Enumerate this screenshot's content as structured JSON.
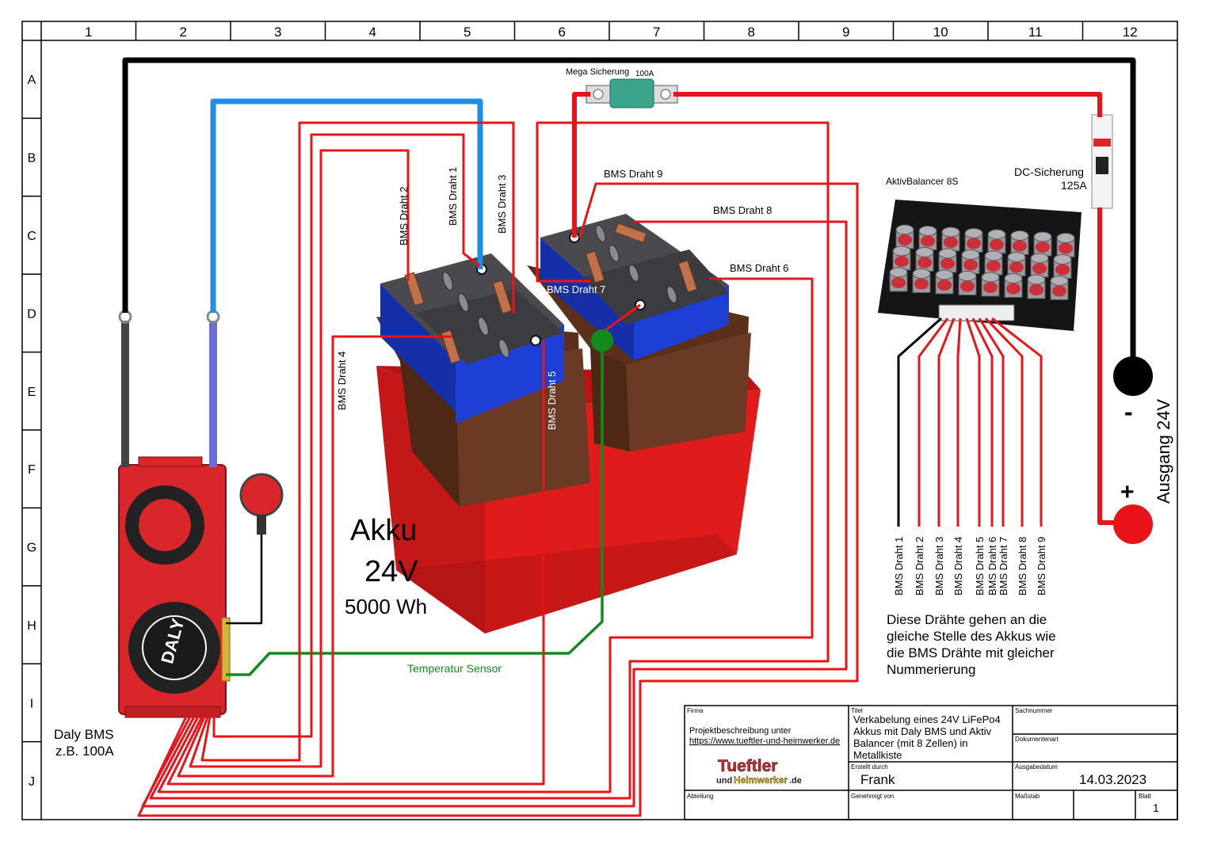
{
  "frame": {
    "columns": [
      "1",
      "2",
      "3",
      "4",
      "5",
      "6",
      "7",
      "8",
      "9",
      "10",
      "11",
      "12"
    ],
    "rows": [
      "A",
      "B",
      "C",
      "D",
      "E",
      "F",
      "G",
      "H",
      "I",
      "J"
    ]
  },
  "labels": {
    "mega_fuse": "Mega Sicherung",
    "mega_fuse_rating": "100A",
    "dc_fuse": "DC-Sicherung",
    "dc_fuse_rating": "125A",
    "balancer": "AktivBalancer 8S",
    "bms_wire_1": "BMS Draht 1",
    "bms_wire_2": "BMS Draht 2",
    "bms_wire_3": "BMS Draht 3",
    "bms_wire_4": "BMS Draht 4",
    "bms_wire_5": "BMS Draht 5",
    "bms_wire_6": "BMS Draht 6",
    "bms_wire_7": "BMS Draht 7",
    "bms_wire_8": "BMS Draht 8",
    "bms_wire_9": "BMS Draht 9",
    "battery_title": "Akku",
    "battery_voltage": "24V",
    "battery_energy": "5000 Wh",
    "temp_sensor": "Temperatur Sensor",
    "bms_name": "Daly BMS",
    "bms_rating": "z.B. 100A",
    "output": "Ausgang 24V",
    "minus": "-",
    "plus": "+",
    "note_line1": "Diese Drähte gehen an die",
    "note_line2": "gleiche Stelle des Akkus wie",
    "note_line3": "die BMS Drähte mit gleicher",
    "note_line4": "Nummerierung",
    "balancer_wires": [
      "BMS Draht 1",
      "BMS Draht 2",
      "BMS Draht 3",
      "BMS Draht 4",
      "BMS Draht 5",
      "BMS Draht 6",
      "BMS Draht 7",
      "BMS Draht 8",
      "BMS Draht 9"
    ]
  },
  "titleblock": {
    "firma_label": "Firma",
    "project_line1": "Projektbeschreibung unter",
    "project_url": "https://www.tueftler-und-heimwerker.de",
    "logo_line1": "Tueftler",
    "logo_line2a": "und",
    "logo_line2b": "Heimwerker",
    "logo_line2c": ".de",
    "titel_label": "Titel",
    "title_line1": "Verkabelung eines 24V LiFePo4",
    "title_line2": "Akkus mit Daly BMS und Aktiv",
    "title_line3": "Balancer (mit 8 Zellen) in",
    "title_line4": "Metallkiste",
    "sachnummer_label": "Sachnummer",
    "dokumentenart_label": "Dokumentenart",
    "erstellt_label": "Erstellt durch",
    "erstellt_value": "Frank",
    "ausgabedatum_label": "Ausgabedatum",
    "ausgabedatum_value": "14.03.2023",
    "abteilung_label": "Abteilung",
    "genehmigt_label": "Genehmigt von",
    "massstab_label": "Maßstab",
    "blatt_label": "Blatt",
    "blatt_value": "1"
  },
  "colors": {
    "red_wire": "#e8141a",
    "black_wire": "#000000",
    "blue_wire": "#1e8ee6",
    "green_wire": "#128a1e",
    "bms_red": "#d8262a",
    "cell_blue": "#1e3fd6",
    "cell_top": "#4a4a4e",
    "crate_brown": "#6b3a24",
    "box_red": "#e01b1b"
  }
}
